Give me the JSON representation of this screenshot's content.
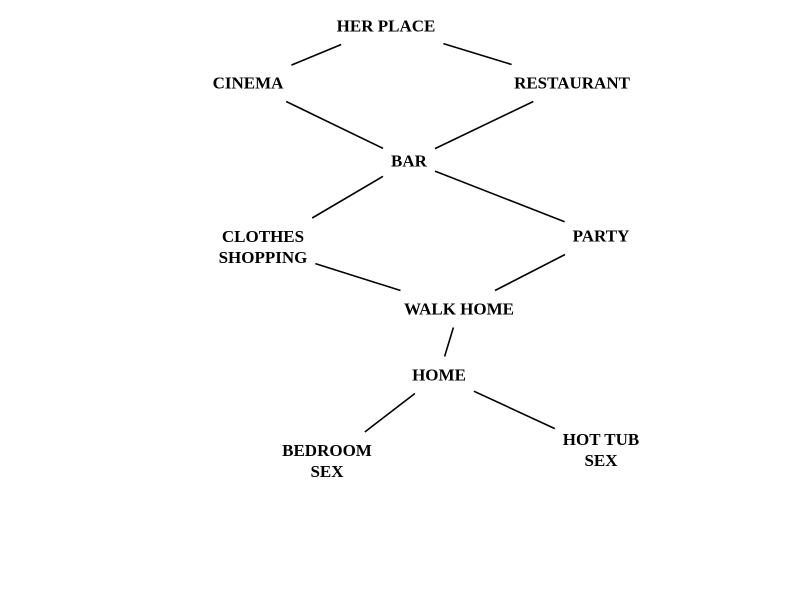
{
  "diagram": {
    "nodes": [
      {
        "id": "her-place",
        "lines": [
          "HER PLACE"
        ]
      },
      {
        "id": "cinema",
        "lines": [
          "CINEMA"
        ]
      },
      {
        "id": "restaurant",
        "lines": [
          "RESTAURANT"
        ]
      },
      {
        "id": "bar",
        "lines": [
          "BAR"
        ]
      },
      {
        "id": "clothes-shopping",
        "lines": [
          "CLOTHES",
          "SHOPPING"
        ]
      },
      {
        "id": "party",
        "lines": [
          "PARTY"
        ]
      },
      {
        "id": "walk-home",
        "lines": [
          "WALK HOME"
        ]
      },
      {
        "id": "home",
        "lines": [
          "HOME"
        ]
      },
      {
        "id": "bedroom-sex",
        "lines": [
          "BEDROOM",
          "SEX"
        ]
      },
      {
        "id": "hot-tub-sex",
        "lines": [
          "HOT TUB",
          "SEX"
        ]
      }
    ],
    "edges": [
      [
        "her-place",
        "cinema"
      ],
      [
        "her-place",
        "restaurant"
      ],
      [
        "cinema",
        "bar"
      ],
      [
        "restaurant",
        "bar"
      ],
      [
        "bar",
        "clothes-shopping"
      ],
      [
        "bar",
        "party"
      ],
      [
        "clothes-shopping",
        "walk-home"
      ],
      [
        "party",
        "walk-home"
      ],
      [
        "walk-home",
        "home"
      ],
      [
        "home",
        "bedroom-sex"
      ],
      [
        "home",
        "hot-tub-sex"
      ]
    ]
  }
}
